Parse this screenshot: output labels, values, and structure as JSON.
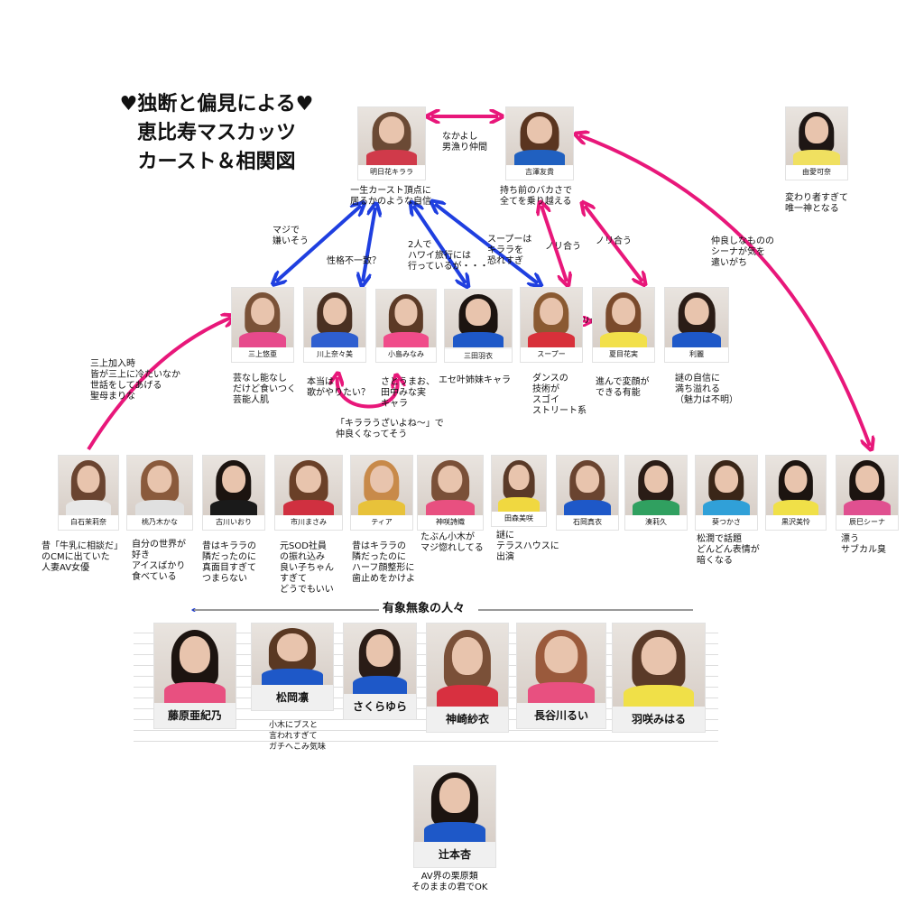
{
  "title": {
    "line1": "♥独断と偏見による♥",
    "line2": "恵比寿マスカッツ",
    "line3": "カースト＆相関図"
  },
  "colors": {
    "pink": "#e8177a",
    "blue": "#1f3fe0"
  },
  "members": {
    "kirara": {
      "name": "明日花キララ",
      "note": "一生カースト頂点に\n居るかのような自信"
    },
    "tomoki": {
      "name": "吉澤友貴",
      "note": "持ち前のバカさで\n全てを乗り越える"
    },
    "yua": {
      "name": "由愛可奈",
      "note": "変わり者すぎて\n唯一神となる"
    },
    "mikami": {
      "name": "三上悠亜",
      "note": "芸なし能なし\nだけど食いつく\n芸能人肌"
    },
    "kawakami": {
      "name": "川上奈々美",
      "note": "本当は\n歌がやりたい？"
    },
    "kojima": {
      "name": "小島みなみ",
      "note": "さとうまお、\n田中みな実\nキャラ"
    },
    "mita": {
      "name": "三田羽衣",
      "note": "エセ叶姉妹キャラ"
    },
    "supu": {
      "name": "スープー",
      "note": "ダンスの\n技術が\nスゴイ\nストリート系"
    },
    "natsume": {
      "name": "夏目花実",
      "note": "進んで変顔が\nできる有能"
    },
    "rira": {
      "name": "利麗",
      "note": "謎の自信に\n満ち溢れる\n（魅力は不明）"
    },
    "shiraishi": {
      "name": "白石茉莉奈",
      "note": "昔「牛乳に相談だ」\nのCMに出ていた\n人妻AV女優"
    },
    "momono": {
      "name": "桃乃木かな",
      "note": "自分の世界が\n好き\nアイスばかり\n食べている"
    },
    "furukawa": {
      "name": "古川いおり",
      "note": "昔はキララの\n隣だったのに\n真面目すぎて\nつまらない"
    },
    "ichikawa": {
      "name": "市川まさみ",
      "note": "元SOD社員\nの振れ込み\n良い子ちゃん\nすぎて\nどうでもいい"
    },
    "tia": {
      "name": "ティア",
      "note": "昔はキララの\n隣だったのに\nハーフ顔整形に\n歯止めをかけよ"
    },
    "kamisaki_shiori": {
      "name": "神咲詩織",
      "note": "たぶん小木が\nマジ惚れしてる"
    },
    "tamori": {
      "name": "田森美咲",
      "note": "謎に\nテラスハウスに\n出演"
    },
    "ishioka": {
      "name": "石岡真衣",
      "note": ""
    },
    "minato": {
      "name": "湊莉久",
      "note": ""
    },
    "aoi": {
      "name": "葵つかさ",
      "note": "松潤で話題\nどんどん表情が\n暗くなる"
    },
    "kurosawa": {
      "name": "黒沢美怜",
      "note": ""
    },
    "tatsumi": {
      "name": "辰巳シーナ",
      "note": "漂う\nサブカル臭"
    },
    "fujiwara": {
      "name": "藤原亜紀乃",
      "note": ""
    },
    "matsuoka": {
      "name": "松岡凛",
      "note": "小木にブスと\n言われすぎて\nガチへこみ気味"
    },
    "sakura": {
      "name": "さくらゆら",
      "note": ""
    },
    "kanzaki": {
      "name": "神崎紗衣",
      "note": ""
    },
    "hasegawa": {
      "name": "長谷川るい",
      "note": ""
    },
    "hasaki": {
      "name": "羽咲みはる",
      "note": ""
    },
    "tsujimoto": {
      "name": "辻本杏",
      "note": "AV界の栗原類\nそのままの君でOK"
    }
  },
  "relations": {
    "kirara_tomoki": "なかよし\n男漁り仲間",
    "kirara_mikami": "マジで\n嫌いそう",
    "kirara_kawakami": "性格不一致？",
    "kirara_mita": "2人で\nハワイ旅行には\n行っているが・・・",
    "kirara_supu": "スープーは\nキララを\n恐れすぎ",
    "tomoki_supu": "ノリ合う",
    "tomoki_natsume": "ノリ合う",
    "supu_natsume": "ノリ合う",
    "tomoki_tatsumi": "仲良しなものの\nシーナが気を\n遣いがち",
    "shiraishi_mikami": "三上加入時\n皆が三上に冷たいなか\n世話をしてあげる\n聖母まりな",
    "kawakami_kojima": "「キララうざいよね～」で\n仲良くなってそう"
  },
  "band_label": "有象無象の人々"
}
